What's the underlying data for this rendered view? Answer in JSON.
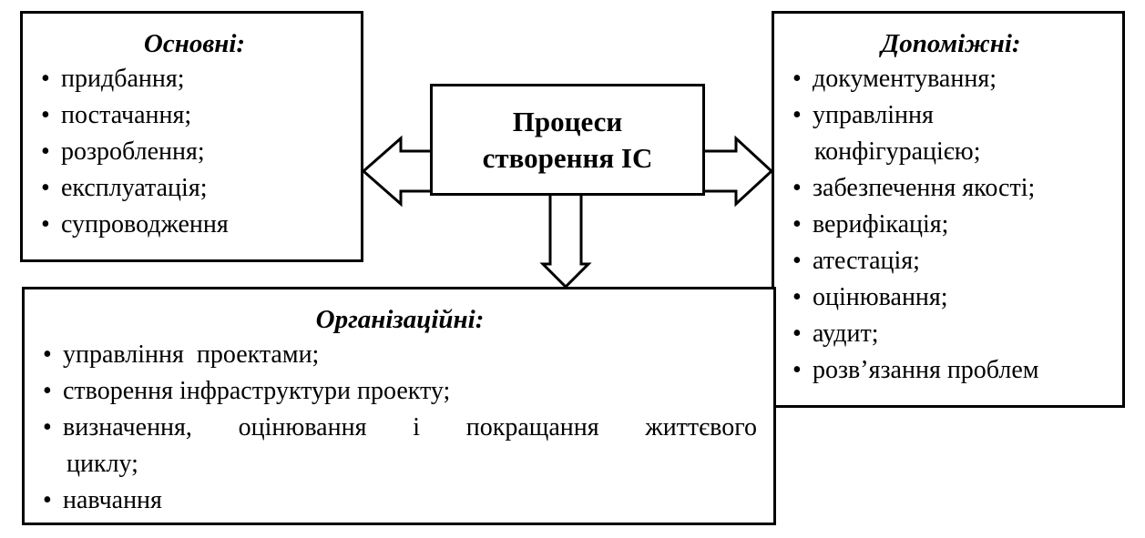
{
  "center": {
    "line1": "Процеси",
    "line2": "створення ІС"
  },
  "main_box": {
    "title": "Основні:",
    "items": [
      "придбання;",
      "постачання;",
      "розроблення;",
      "експлуатація;",
      "супроводження"
    ]
  },
  "aux_box": {
    "title": "Допоміжні:",
    "items": [
      "документування;",
      "управління",
      "конфігурацією;",
      "забезпечення якості;",
      "верифікація;",
      "атестація;",
      "оцінювання;",
      "аудит;",
      "розв’язання проблем"
    ]
  },
  "org_box": {
    "title": "Організаційні:",
    "items": [
      "управління  проектами;",
      "створення інфраструктури проекту;",
      "визначення, оцінювання і покращання життєвого",
      "циклу;",
      "навчання"
    ]
  },
  "bullet": "•"
}
